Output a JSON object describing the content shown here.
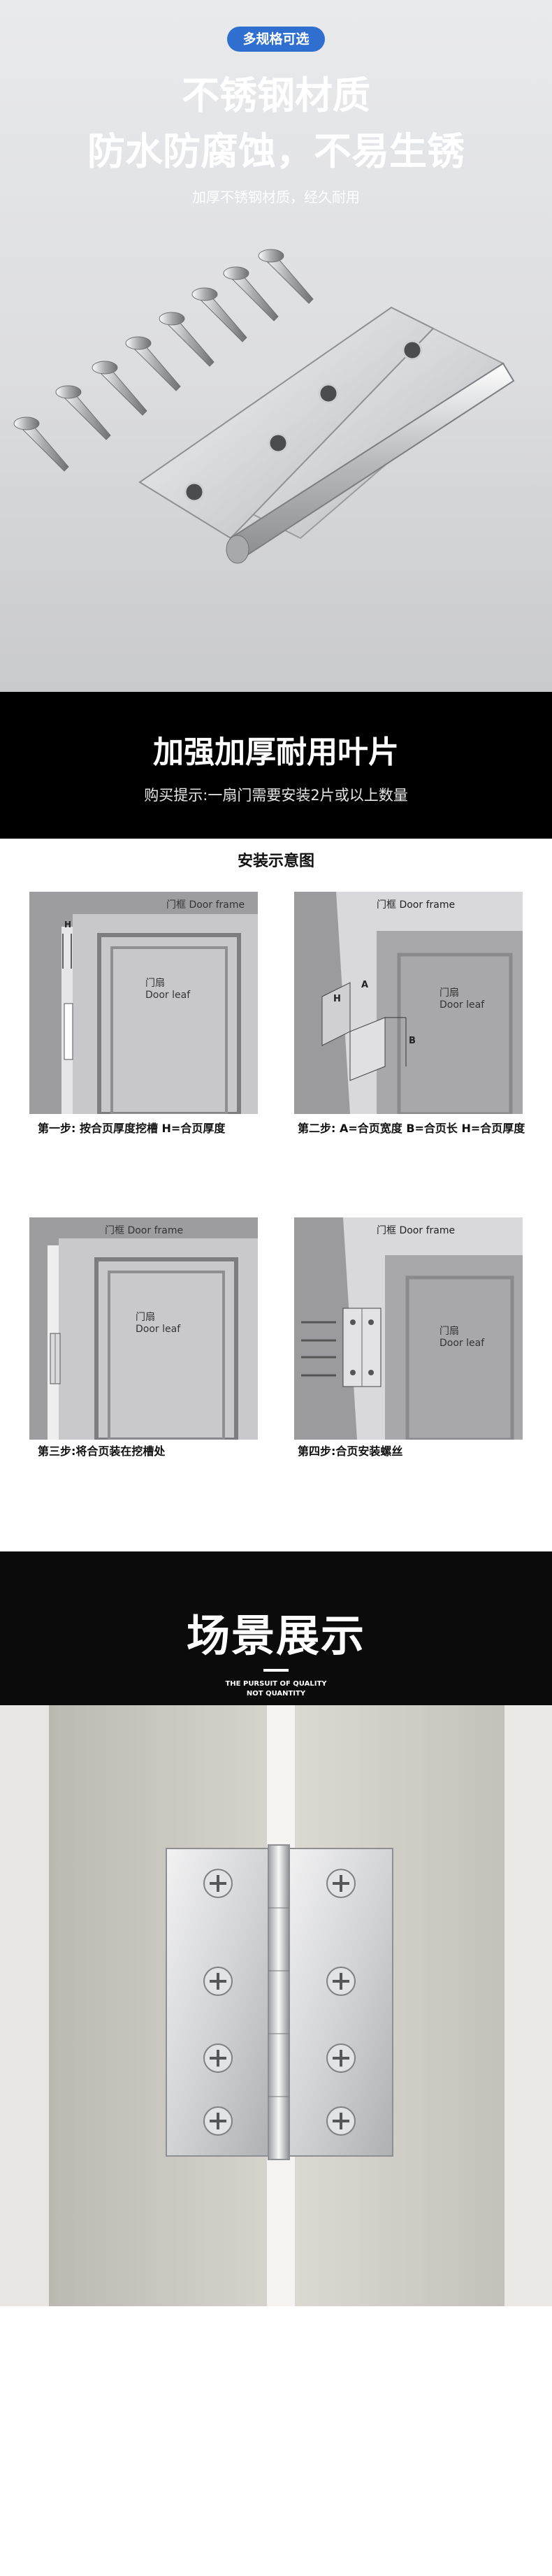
{
  "hero": {
    "badge": "多规格可选",
    "title_line1": "不锈钢材质",
    "title_line2": "防水防腐蚀，不易生锈",
    "subtitle": "加厚不锈钢材质，经久耐用"
  },
  "thicken": {
    "title": "加强加厚耐用叶片",
    "tip": "购买提示:一扇门需要安装2片或以上数量"
  },
  "install": {
    "title": "安装示意图",
    "panels": [
      {
        "frame_label": "门框 Door frame",
        "leaf_cn": "门扇",
        "leaf_en": "Door leaf",
        "caption": "第一步: 按合页厚度挖槽 H=合页厚度",
        "dims": {
          "h": "H"
        }
      },
      {
        "frame_label": "门框 Door frame",
        "leaf_cn": "门扇",
        "leaf_en": "Door leaf",
        "caption": "第二步: A=合页宽度 B=合页长 H=合页厚度",
        "dims": {
          "h": "H",
          "a": "A",
          "b": "B"
        }
      },
      {
        "frame_label": "门框 Door frame",
        "leaf_cn": "门扇",
        "leaf_en": "Door leaf",
        "caption": "第三步:将合页装在挖槽处"
      },
      {
        "frame_label": "门框 Door frame",
        "leaf_cn": "门扇",
        "leaf_en": "Door leaf",
        "caption": "第四步:合页安装螺丝"
      }
    ]
  },
  "scene": {
    "title": "场景展示",
    "tagline1": "THE PURSUIT OF QUALITY",
    "tagline2": "NOT QUANTITY"
  }
}
